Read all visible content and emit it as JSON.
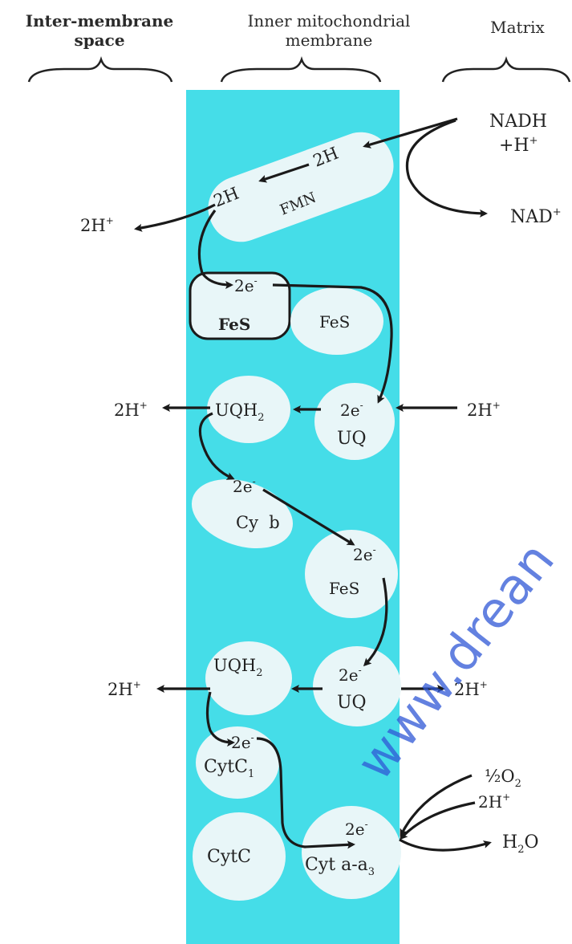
{
  "headers": {
    "intermembrane_line1": "Inter-membrane",
    "intermembrane_line2": "space",
    "inner_line1": "Inner mitochondrial",
    "inner_line2": "membrane",
    "matrix": "Matrix"
  },
  "labels": {
    "nadh": "NADH",
    "plus_h": "+H",
    "plus_h_sup": "+",
    "nad": "NAD",
    "nad_sup": "+",
    "h2_top": "2H",
    "h2_fmn": "2H",
    "fmn": "FMN",
    "h_out_1": "2H",
    "h_out_1_sup": "+",
    "e_fes1": "2e",
    "e_fes1_sup": "-",
    "fes1": "FeS",
    "fes2": "FeS",
    "h_out_2": "2H",
    "h_out_2_sup": "+",
    "uqh2_1": "UQH",
    "uqh2_1_sub": "2",
    "e_uq1": "2e",
    "e_uq1_sup": "-",
    "uq1": "UQ",
    "h_in_1": "2H",
    "h_in_1_sup": "+",
    "e_cyb": "2e",
    "e_cyb_sup": "-",
    "cyb": "Cy  b",
    "e_fes3": "2e",
    "e_fes3_sup": "-",
    "fes3": "FeS",
    "h_out_3": "2H",
    "h_out_3_sup": "+",
    "uqh2_2": "UQH",
    "uqh2_2_sub": "2",
    "e_uq2": "2e",
    "e_uq2_sup": "-",
    "uq2": "UQ",
    "h_in_2": "2H",
    "h_in_2_sup": "+",
    "e_cytc1": "2e",
    "e_cytc1_sup": "-",
    "cytc1": "CytC",
    "cytc1_sub": "1",
    "cytc": "CytC",
    "e_cytaa3": "2e",
    "e_cytaa3_sup": "-",
    "cytaa3": "Cyt a-a",
    "cytaa3_sub": "3",
    "half_o2": "½O",
    "half_o2_sub": "2",
    "h_o2": "2H",
    "h_o2_sup": "+",
    "h2o_h": "H",
    "h2o_sub": "2",
    "h2o_o": "O"
  },
  "watermark": "www.drean",
  "colors": {
    "membrane": "#45dde8",
    "node": "#e8f6f8",
    "arrow": "#1a1a1a",
    "watermark": "#2f58d6"
  }
}
